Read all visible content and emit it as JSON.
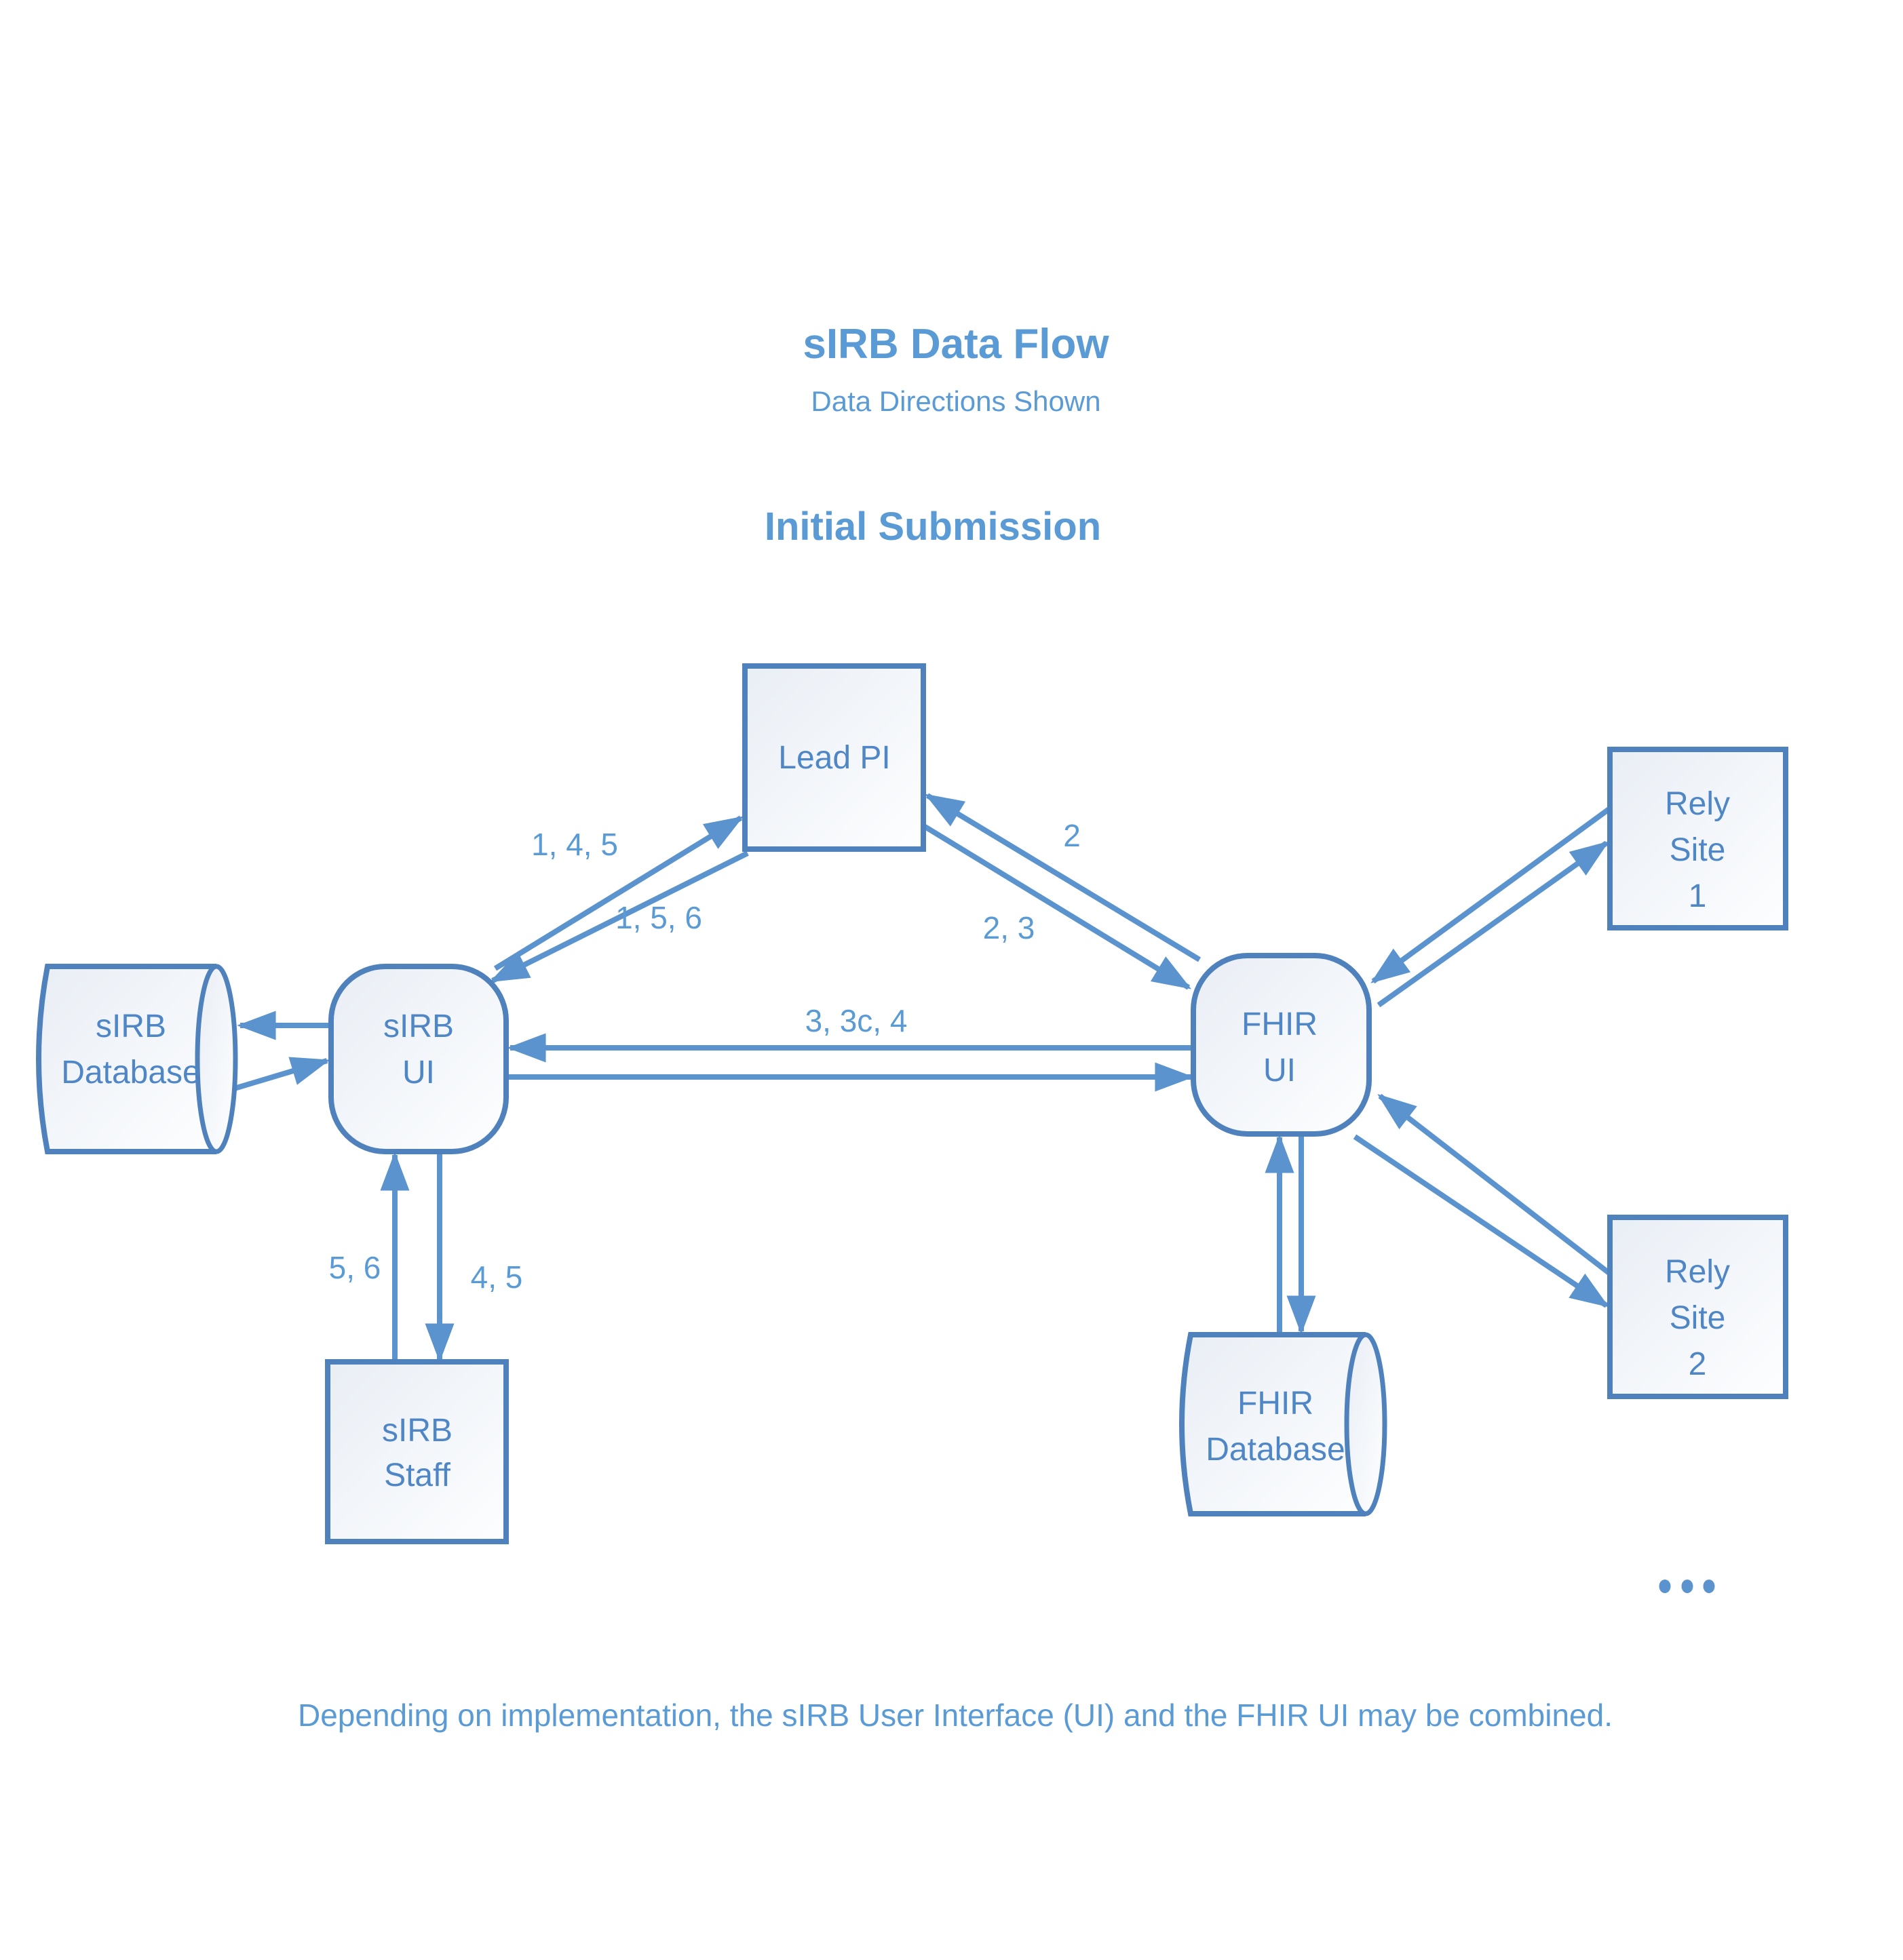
{
  "page": {
    "title": "sIRB Data Flow",
    "subtitle": "Data Directions Shown",
    "section_title": "Initial Submission",
    "footnote": "Depending on implementation, the sIRB User Interface (UI) and the FHIR UI may be combined."
  },
  "colors": {
    "accent_blue": "#5b9bd5",
    "shape_border": "#4f81bd",
    "arrow": "#5b93ce",
    "shape_fill_start": "#e9eef5",
    "shape_fill_end": "#fdfeff"
  },
  "nodes": {
    "lead_pi": {
      "label": "Lead PI",
      "shape": "rectangle"
    },
    "sirb_database": {
      "line1": "sIRB",
      "line2": "Database",
      "shape": "cylinder"
    },
    "sirb_ui": {
      "line1": "sIRB",
      "line2": "UI",
      "shape": "rounded-rectangle"
    },
    "fhir_ui": {
      "line1": "FHIR",
      "line2": "UI",
      "shape": "rounded-rectangle"
    },
    "sirb_staff": {
      "line1": "sIRB",
      "line2": "Staff",
      "shape": "rectangle"
    },
    "fhir_database": {
      "line1": "FHIR",
      "line2": "Database",
      "shape": "cylinder"
    },
    "rely_site_1": {
      "line1": "Rely",
      "line2": "Site",
      "line3": "1",
      "shape": "rectangle"
    },
    "rely_site_2": {
      "line1": "Rely",
      "line2": "Site",
      "line3": "2",
      "shape": "rectangle"
    }
  },
  "edge_labels": {
    "sirb_ui_to_lead_pi": "1, 4, 5",
    "lead_pi_to_sirb_ui": "1, 5, 6",
    "fhir_ui_to_lead_pi": "2",
    "lead_pi_to_fhir_ui": "2, 3",
    "fhir_ui_to_sirb_ui": "3, 3c, 4",
    "sirb_staff_to_sirb_ui": "5, 6",
    "sirb_ui_to_sirb_staff": "4, 5"
  },
  "icons": {
    "more_rely_sites": "ellipsis-dots"
  }
}
